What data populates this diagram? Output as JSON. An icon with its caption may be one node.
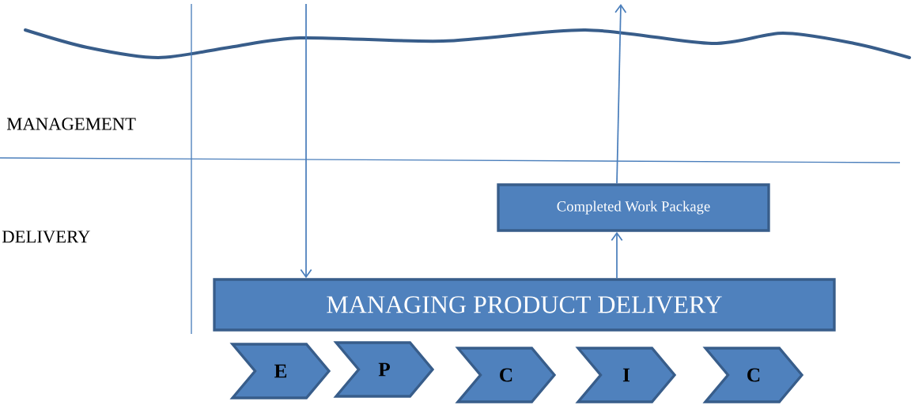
{
  "diagram": {
    "nodes": [
      {
        "text": [
          "MANAGING PRODUCT DELIVERY"
        ]
      },
      {
        "text": [
          "Completed Work Package"
        ]
      },
      {
        "text": [
          "E"
        ]
      },
      {
        "text": [
          "P"
        ]
      },
      {
        "text": [
          "C"
        ]
      },
      {
        "text": [
          "I"
        ]
      },
      {
        "text": [
          "C"
        ]
      }
    ],
    "edges": [
      {
        "from": null,
        "to": 0,
        "arrow": "to"
      },
      {
        "from": 0,
        "to": 1,
        "arrow": "to"
      },
      {
        "from": 1,
        "to": null,
        "arrow": "to"
      }
    ],
    "labels": [
      "MANAGEMENT",
      "DELIVERY"
    ]
  }
}
